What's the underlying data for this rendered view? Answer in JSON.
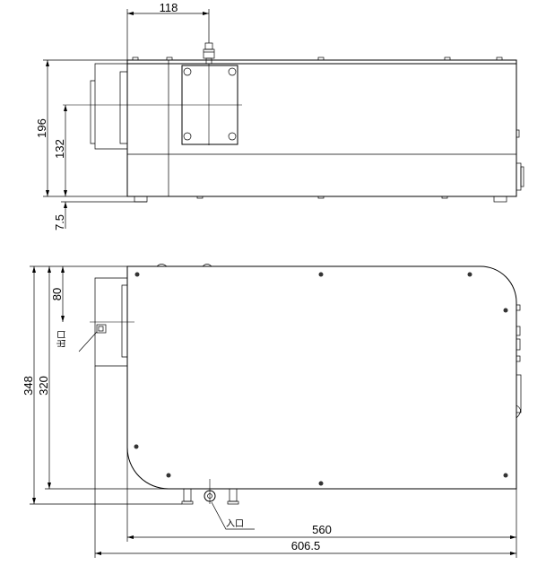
{
  "dimensions": {
    "top_width": "118",
    "top_height": "196",
    "top_center": "132",
    "top_foot": "7.5",
    "bottom_top_offset": "80",
    "bottom_inner_height": "320",
    "bottom_total_height": "348",
    "bottom_body_width": "560",
    "bottom_total_width": "606.5"
  },
  "labels": {
    "outlet": "出口",
    "inlet": "入口"
  }
}
